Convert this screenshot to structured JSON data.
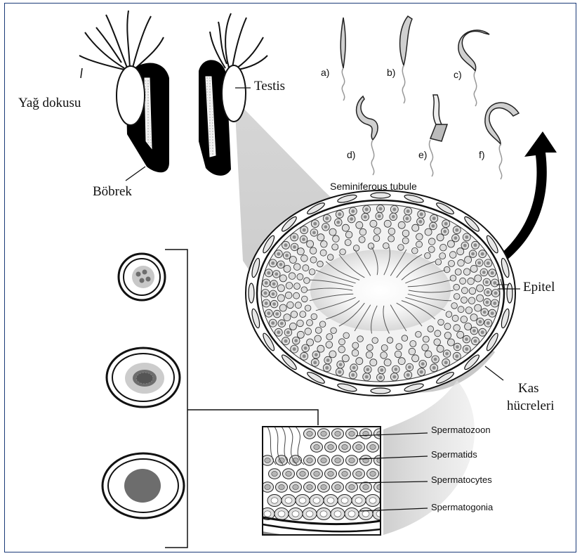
{
  "labels": {
    "fat_tissue": "Yağ dokusu",
    "testis": "Testis",
    "kidney": "Böbrek",
    "tubule": "Seminiferous tubule",
    "epithelium": "Epitel",
    "muscle_line1": "Kas",
    "muscle_line2": "hücreleri",
    "spermatozoon": "Spermatozoon",
    "spermatids": "Spermatids",
    "spermatocytes": "Spermatocytes",
    "spermatogonia": "Spermatogonia"
  },
  "sperm_stages": [
    "a)",
    "b)",
    "c)",
    "d)",
    "e)",
    "f)"
  ],
  "colors": {
    "frame": "#1a3a78",
    "ink": "#111111",
    "organ_fill": "#000000",
    "light_fill": "#f4f4f4",
    "cell_fill": "#d9d9d9",
    "nucleus": "#6d6d6d"
  }
}
